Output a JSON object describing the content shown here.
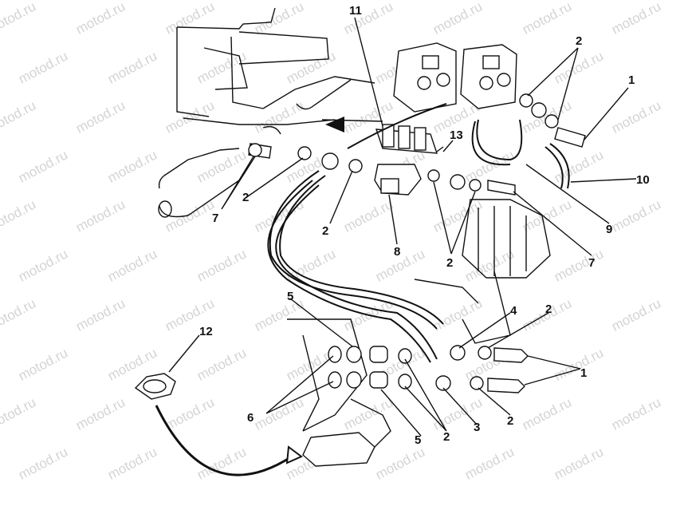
{
  "watermark": {
    "text": "motod.ru",
    "color": "#d4d4d4"
  },
  "callouts": {
    "c1_top": "1",
    "c2_top": "2",
    "c2_left": "2",
    "c2_center": "2",
    "c2_mid": "2",
    "c2_lower_right": "2",
    "c2_bottom_right": "2",
    "c2_bottom": "2",
    "c1_lower": "1",
    "c3": "3",
    "c4": "4",
    "c5_upper": "5",
    "c5_lower": "5",
    "c6": "6",
    "c7_left": "7",
    "c7_right": "7",
    "c8": "8",
    "c9": "9",
    "c10": "10",
    "c11": "11",
    "c12": "12",
    "c13": "13"
  }
}
